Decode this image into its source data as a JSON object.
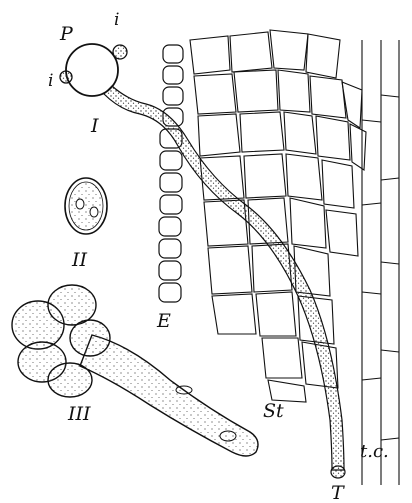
{
  "figure": {
    "labels": {
      "p": "P",
      "i_top": "i",
      "i_left": "i",
      "fig_one": "I",
      "fig_two": "II",
      "fig_three": "III",
      "e": "E",
      "st": "St",
      "tc": "t.c.",
      "t": "T"
    },
    "colors": {
      "ink": "#111111",
      "stipple": "#333333",
      "paper": "#ffffff"
    }
  }
}
